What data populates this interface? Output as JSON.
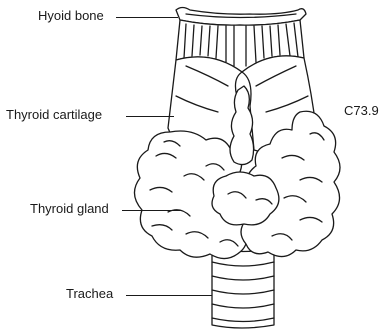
{
  "figure": {
    "labels": {
      "hyoid": "Hyoid bone",
      "cartilage": "Thyroid cartilage",
      "gland": "Thyroid gland",
      "trachea": "Trachea"
    },
    "code": "C73.9"
  },
  "colors": {
    "ink": "#1a1a1a",
    "paper": "#ffffff"
  }
}
